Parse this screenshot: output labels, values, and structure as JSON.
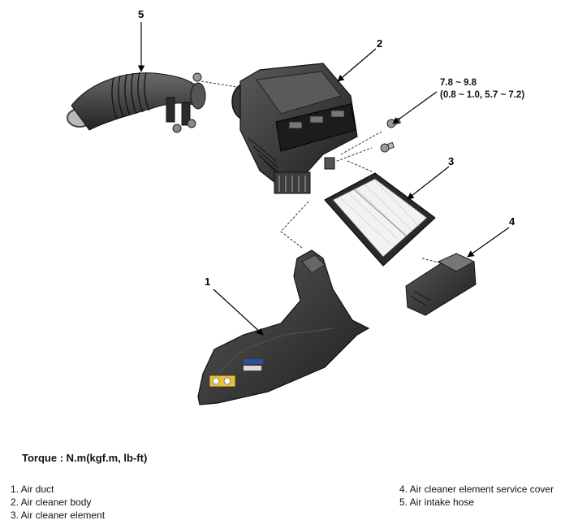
{
  "callouts": {
    "c1": "1",
    "c2": "2",
    "c3": "3",
    "c4": "4",
    "c5": "5"
  },
  "torque_spec": {
    "line1": "7.8 ~ 9.8",
    "line2": "(0.8 ~ 1.0, 5.7 ~ 7.2)"
  },
  "torque_heading": "Torque : N.m(kgf.m, lb-ft)",
  "legend_left": [
    "1. Air duct",
    "2. Air cleaner body",
    "3. Air cleaner element"
  ],
  "legend_right": [
    "4. Air cleaner element service cover",
    "5. Air intake hose"
  ],
  "colors": {
    "part_dark": "#2b2b2b",
    "part_mid": "#4a4a4a",
    "filter_media": "#f2f2f2",
    "label_yellow": "#e8c23a",
    "brand_blue": "#2d4fa0"
  }
}
